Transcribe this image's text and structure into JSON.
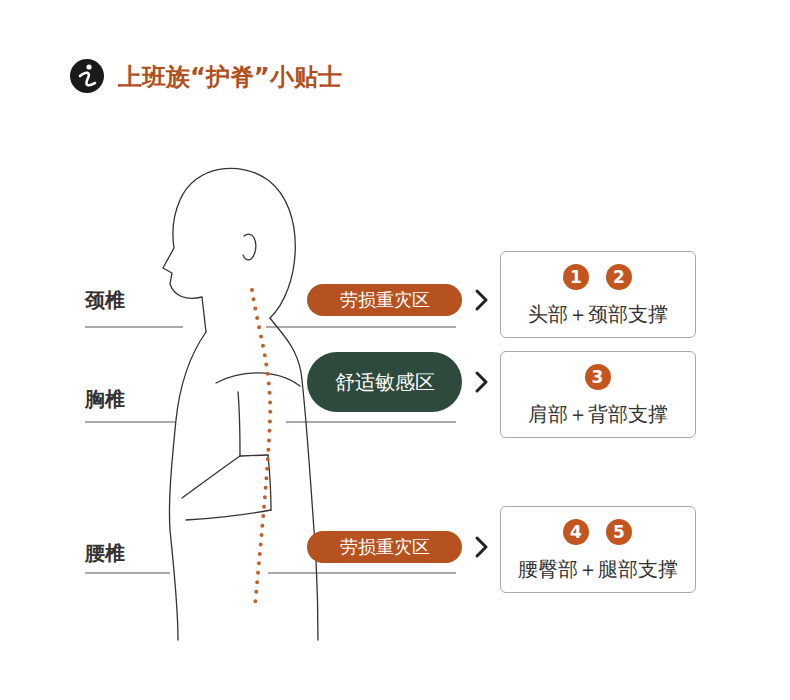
{
  "diagram": {
    "title": "上班族“护脊”小贴士",
    "nodes": [
      {
        "text": [
          "劳损重灾区"
        ]
      },
      {
        "text": [
          "头部＋颈部支撑"
        ]
      },
      {
        "text": [
          "1"
        ],
        "in": 1
      },
      {
        "text": [
          "2"
        ],
        "in": 1
      },
      {
        "text": [
          "舒适敏感区"
        ]
      },
      {
        "text": [
          "肩部＋背部支撑"
        ]
      },
      {
        "text": [
          "3"
        ],
        "in": 5
      },
      {
        "text": [
          "劳损重灾区"
        ]
      },
      {
        "text": [
          "腰臀部＋腿部支撑"
        ]
      },
      {
        "text": [
          "4"
        ],
        "in": 8
      },
      {
        "text": [
          "5"
        ],
        "in": 8
      }
    ],
    "edges": [
      {
        "from": 0,
        "to": 1,
        "arrow": "to"
      },
      {
        "from": 4,
        "to": 5,
        "arrow": "to"
      },
      {
        "from": 7,
        "to": 8,
        "arrow": "to"
      }
    ],
    "labels": [
      "颈椎",
      "胸椎",
      "腰椎"
    ]
  }
}
